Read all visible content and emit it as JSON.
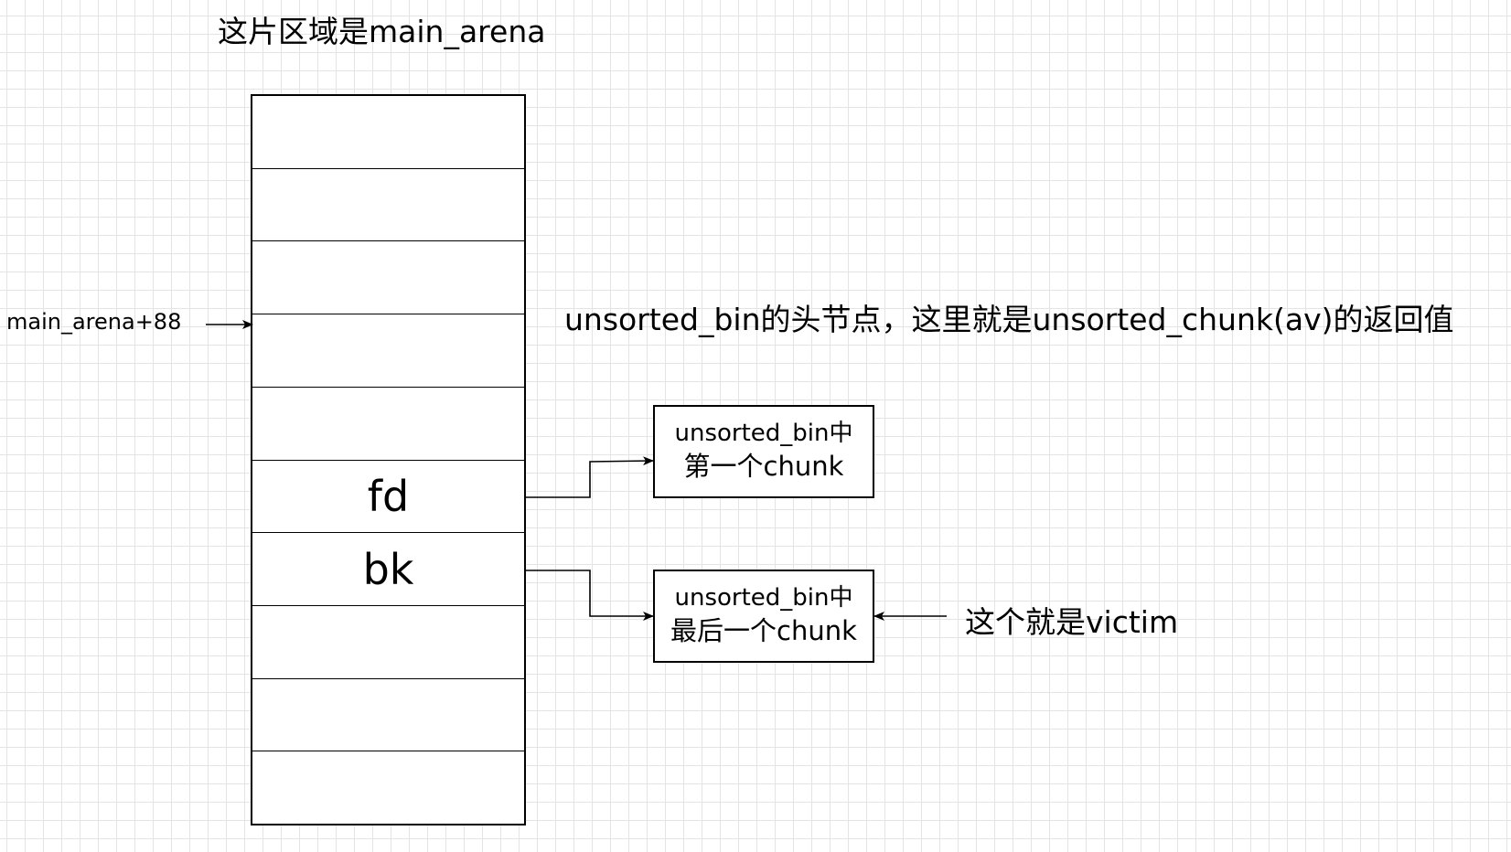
{
  "diagram": {
    "title": "这片区域是main_arena",
    "pointer_label": "main_arena+88",
    "head_label": "unsorted_bin的头节点，这里就是unsorted_chunk(av)的返回值",
    "victim_label": "这个就是victim",
    "slots": [
      "",
      "",
      "",
      "",
      "",
      "fd",
      "bk",
      "",
      "",
      ""
    ],
    "first_chunk": {
      "line1": "unsorted_bin中",
      "line2": "第一个chunk"
    },
    "last_chunk": {
      "line1": "unsorted_bin中",
      "line2": "最后一个chunk"
    }
  }
}
